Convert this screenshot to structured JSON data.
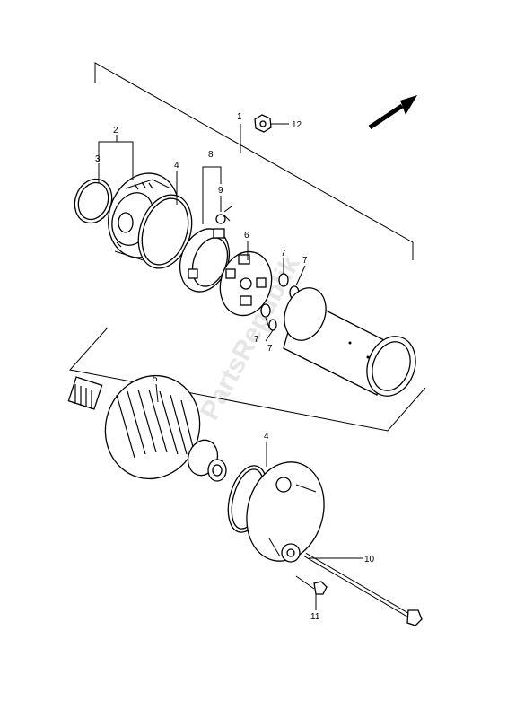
{
  "watermark": "PartsRepublik",
  "callouts": {
    "c1": "1",
    "c2": "2",
    "c3": "3",
    "c4a": "4",
    "c4b": "4",
    "c5": "5",
    "c6": "6",
    "c7a": "7",
    "c7b": "7",
    "c7c": "7",
    "c7d": "7",
    "c8": "8",
    "c9": "9",
    "c10": "10",
    "c11": "11",
    "c12": "12"
  },
  "colors": {
    "line": "#000000",
    "watermark": "#e6e6e6",
    "background": "#ffffff"
  },
  "icons": {
    "direction_arrow": "arrow-up-right-icon"
  }
}
